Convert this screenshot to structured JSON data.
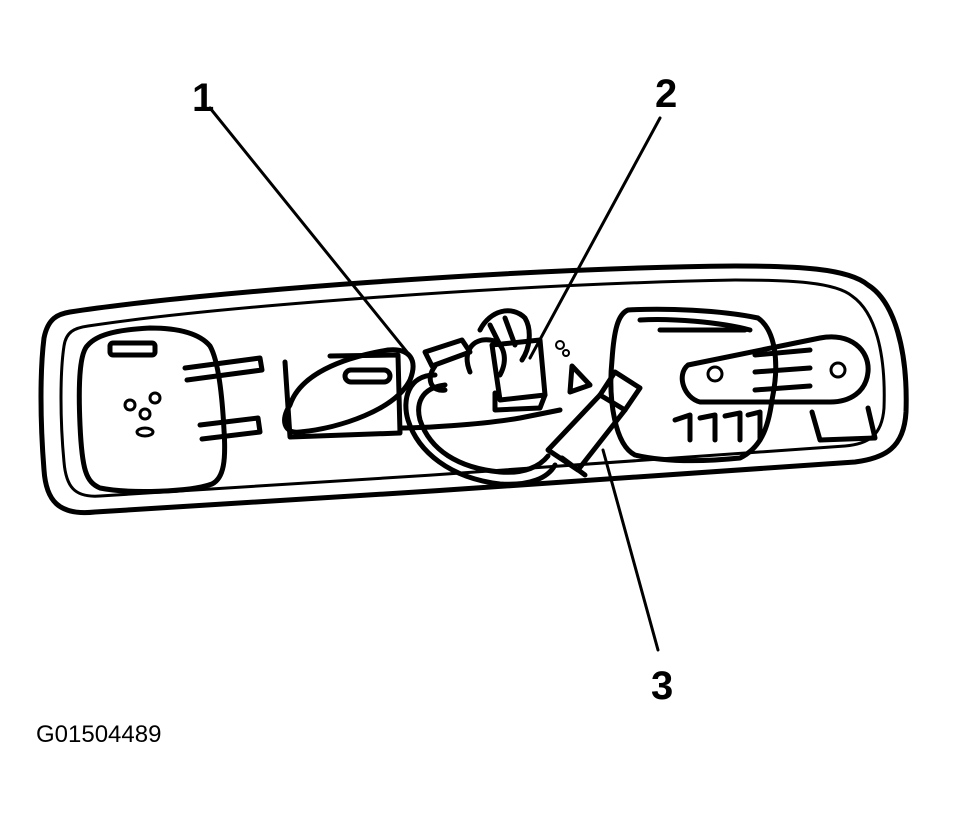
{
  "callouts": [
    {
      "label": "1"
    },
    {
      "label": "2"
    },
    {
      "label": "3"
    }
  ],
  "figure_id": "G01504489",
  "colors": {
    "line": "#000000",
    "background": "#ffffff"
  }
}
